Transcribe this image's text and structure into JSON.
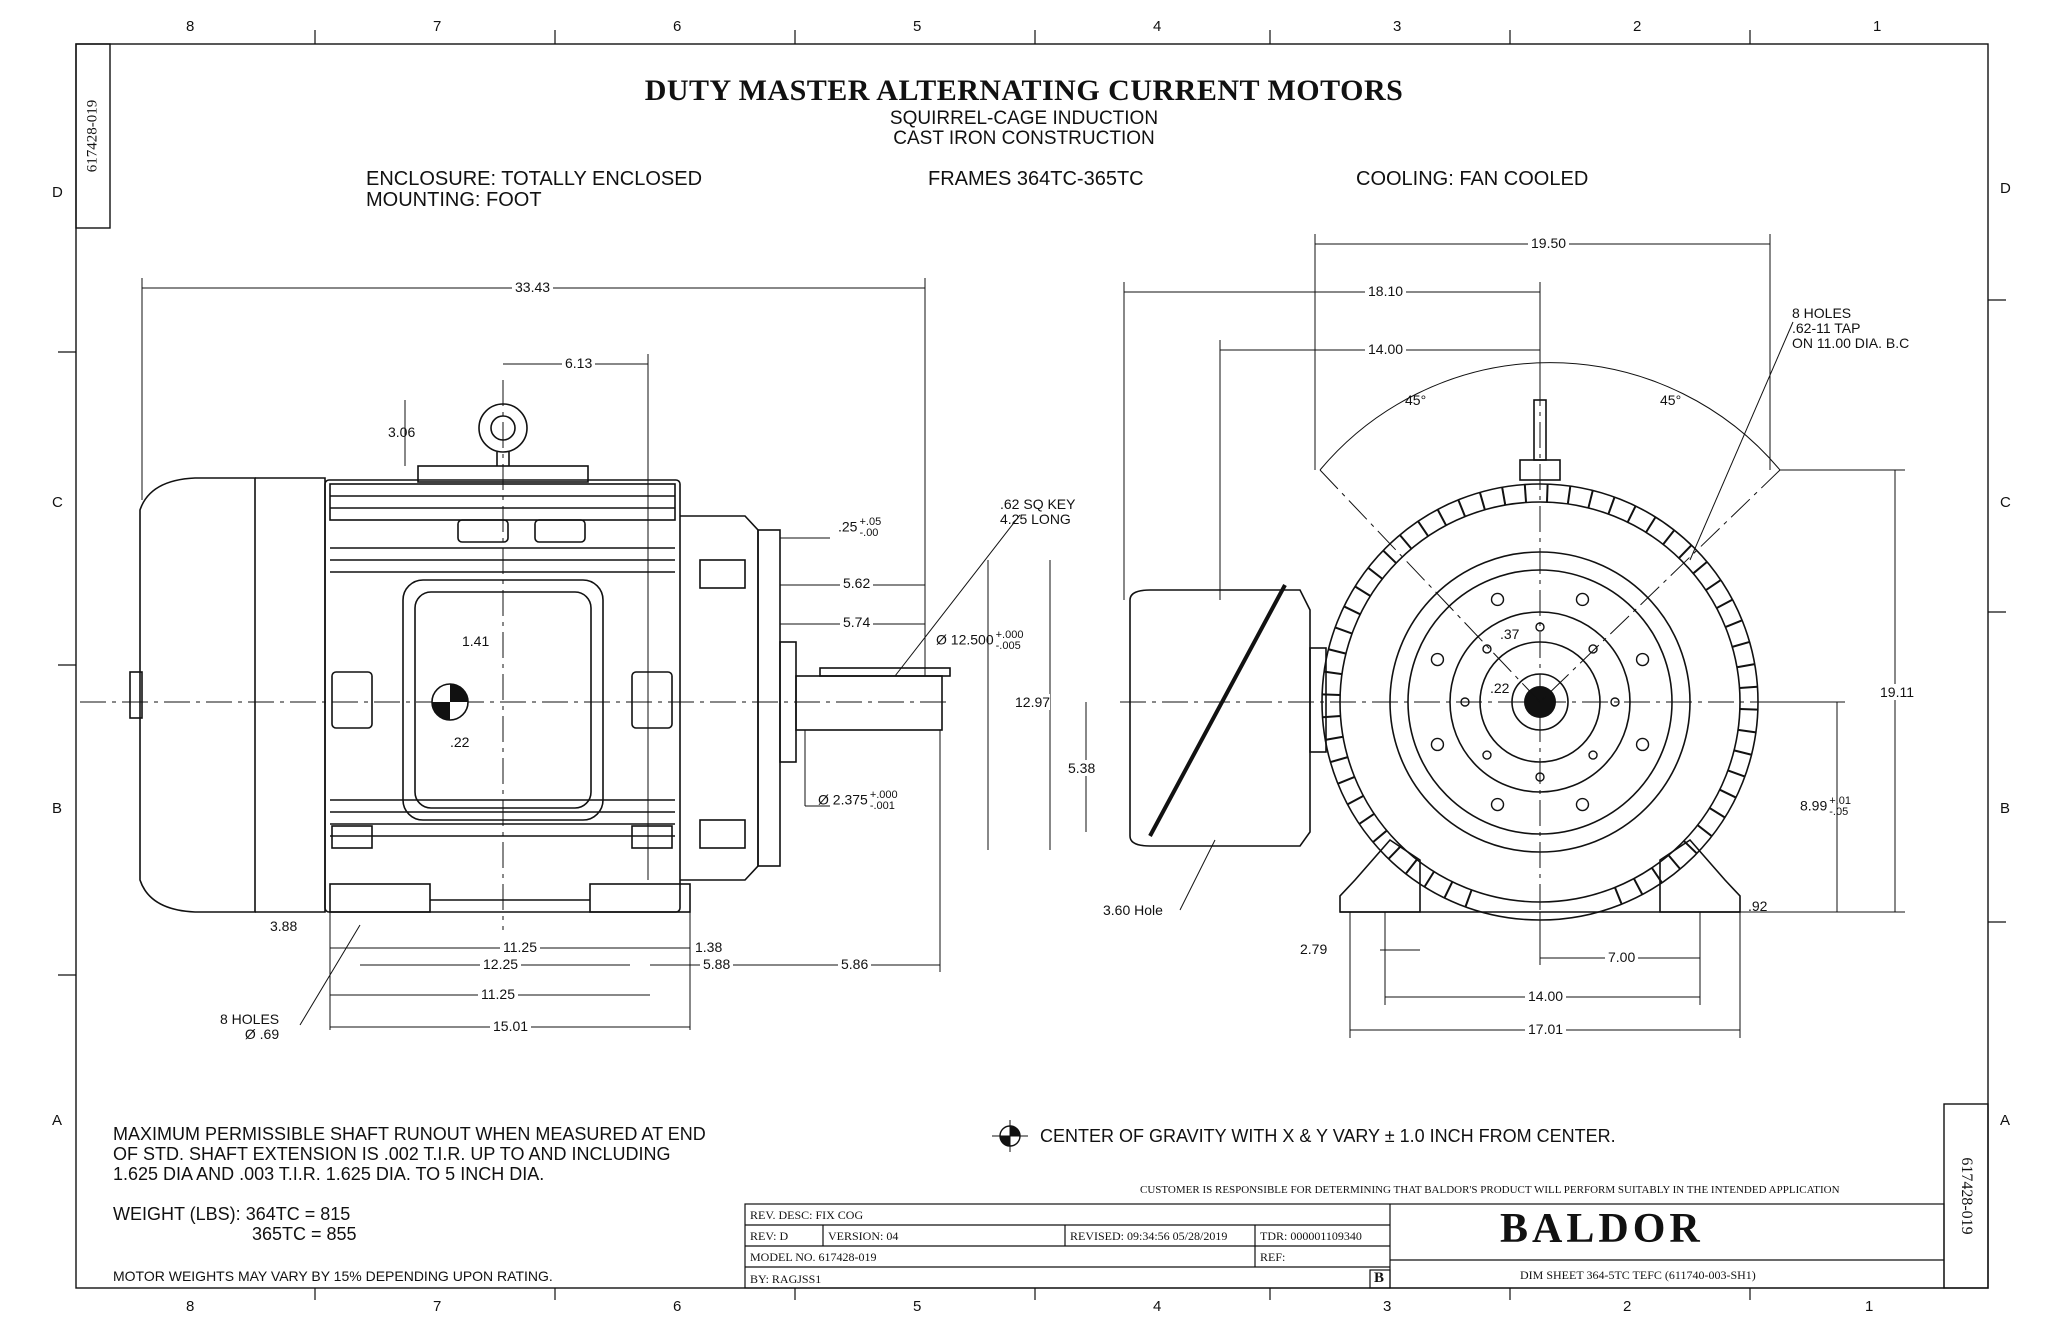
{
  "drawing_number": "617428-019",
  "zones": {
    "columns": [
      "8",
      "7",
      "6",
      "5",
      "4",
      "3",
      "2",
      "1"
    ],
    "rows": [
      "D",
      "C",
      "B",
      "A"
    ]
  },
  "header": {
    "title": "DUTY MASTER ALTERNATING CURRENT MOTORS",
    "subtitle_1": "SQUIRREL-CAGE INDUCTION",
    "subtitle_2": "CAST IRON CONSTRUCTION",
    "enclosure": "ENCLOSURE: TOTALLY ENCLOSED",
    "mounting": "MOUNTING: FOOT",
    "frames": "FRAMES 364TC-365TC",
    "cooling": "COOLING: FAN COOLED"
  },
  "side_view": {
    "overall_length": "33.43",
    "eyebolt_offset": "6.13",
    "eyebolt_height": "3.06",
    "flange_tol_nominal": ".25",
    "flange_tol_plus": "+.05",
    "flange_tol_minus": "-.00",
    "key_note_1": ".62 SQ KEY",
    "key_note_2": "4.25 LONG",
    "dim_5_62": "5.62",
    "dim_5_74": "5.74",
    "pilot_dia_prefix": "Ø 12.500",
    "pilot_tol_plus": "+.000",
    "pilot_tol_minus": "-.005",
    "dim_12_97": "12.97",
    "cog_x": "1.41",
    "cog_y": ".22",
    "shaft_dia_prefix": "Ø 2.375",
    "shaft_tol_plus": "+.000",
    "shaft_tol_minus": "-.001",
    "dim_3_88": "3.88",
    "dim_11_25_a": "11.25",
    "dim_1_38": "1.38",
    "dim_12_25": "12.25",
    "dim_5_88": "5.88",
    "dim_5_86": "5.86",
    "dim_11_25_b": "11.25",
    "dim_15_01": "15.01",
    "holes_note_1": "8 HOLES",
    "holes_note_2": "Ø .69"
  },
  "end_view": {
    "dim_19_50": "19.50",
    "dim_18_10": "18.10",
    "dim_14_00_top": "14.00",
    "angle_left": "45°",
    "angle_right": "45°",
    "holes_note_1": "8 HOLES",
    "holes_note_2": ".62-11 TAP",
    "holes_note_3": "ON 11.00 DIA. B.C",
    "dim_19_11": "19.11",
    "dim_37": ".37",
    "dim_22": ".22",
    "dim_5_38": "5.38",
    "dim_8_99": "8.99",
    "dim_8_99_plus": "+.01",
    "dim_8_99_minus": "-.05",
    "conduit_hole": "3.60 Hole",
    "dim_92": ".92",
    "dim_2_79": "2.79",
    "dim_7_00": "7.00",
    "dim_14_00_bottom": "14.00",
    "dim_17_01": "17.01"
  },
  "notes": {
    "runout_1": "MAXIMUM PERMISSIBLE SHAFT RUNOUT WHEN MEASURED AT END",
    "runout_2": "OF STD. SHAFT EXTENSION IS .002 T.I.R. UP TO AND INCLUDING",
    "runout_3": "1.625 DIA AND .003 T.I.R. 1.625 DIA. TO 5 INCH DIA.",
    "weight_label": "WEIGHT (LBS):",
    "weight_364": "364TC = 815",
    "weight_365": "365TC = 855",
    "weight_vary": "MOTOR WEIGHTS MAY VARY BY 15% DEPENDING UPON RATING.",
    "cog_note": "CENTER OF GRAVITY WITH X & Y VARY ± 1.0 INCH FROM CENTER.",
    "customer_note": "CUSTOMER IS RESPONSIBLE FOR DETERMINING THAT BALDOR'S PRODUCT WILL PERFORM SUITABLY IN THE INTENDED APPLICATION"
  },
  "title_block": {
    "rev_desc": "REV. DESC: FIX COG",
    "rev": "REV:  D",
    "version": "VERSION:  04",
    "revised": "REVISED:  09:34:56 05/28/2019",
    "tdr": "TDR:  000001109340",
    "model_no": "MODEL NO.  617428-019",
    "ref": "REF:",
    "by": "BY: RAGJSS1",
    "sheet_size": "B",
    "brand": "BALDOR",
    "dim_sheet": "DIM SHEET 364-5TC TEFC  (611740-003-SH1)"
  },
  "colors": {
    "ink": "#111111",
    "paper": "#ffffff"
  }
}
